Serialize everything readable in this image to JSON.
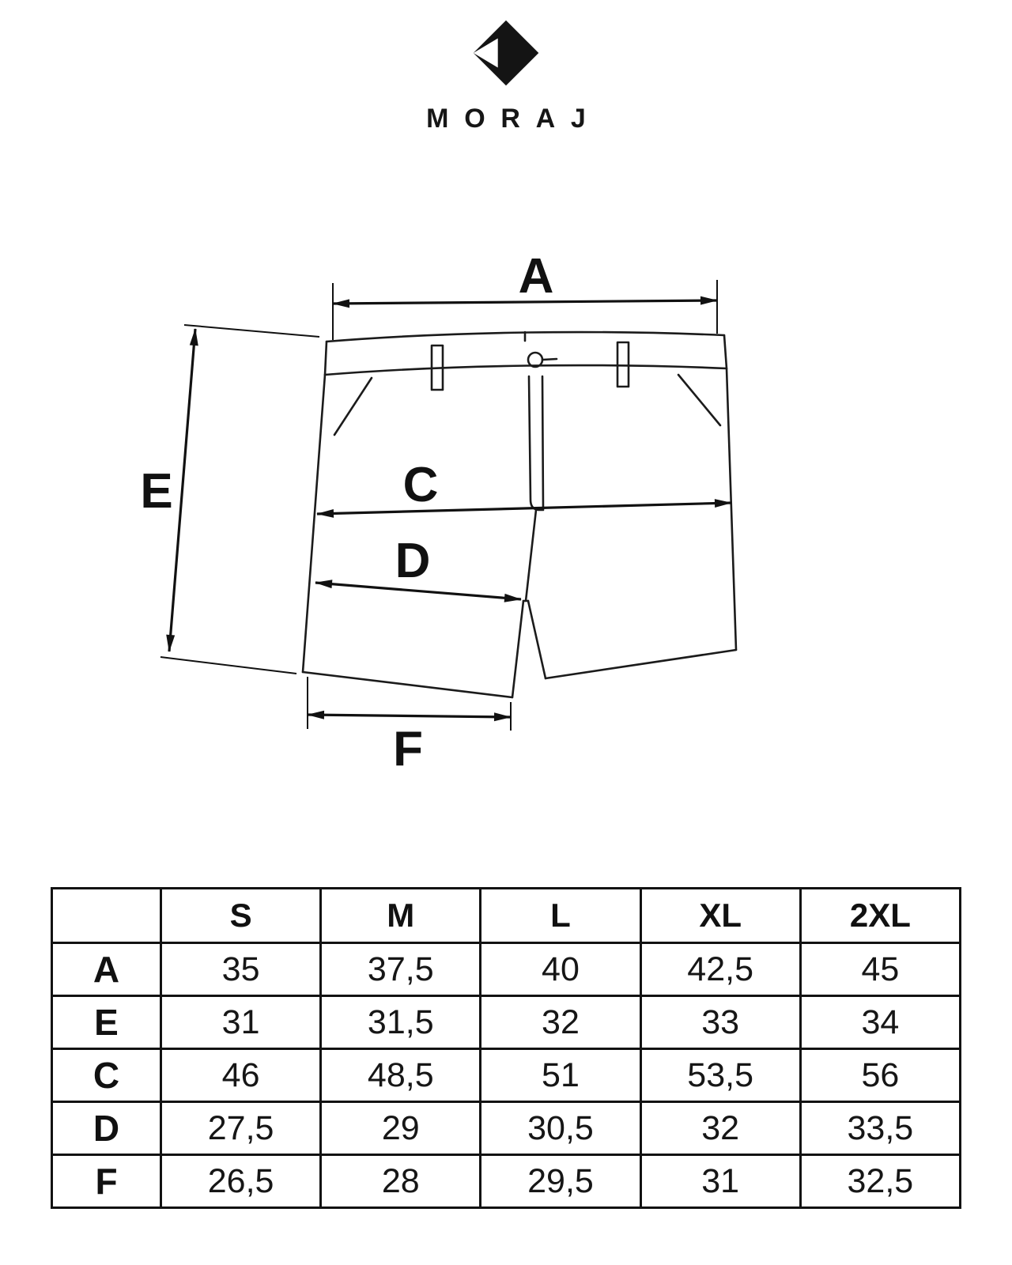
{
  "brand": {
    "name": "MORAJ",
    "logo_icon": "diamond-arrow-icon",
    "logo_color": "#141414"
  },
  "diagram": {
    "subject": "women's shorts technical sketch with measurement arrows",
    "labels": {
      "A": "A",
      "E": "E",
      "C": "C",
      "D": "D",
      "F": "F"
    },
    "line_color": "#1b1b1b",
    "dimension_color": "#111111"
  },
  "table": {
    "size_headers": [
      "S",
      "M",
      "L",
      "XL",
      "2XL"
    ],
    "rows": [
      {
        "dim": "A",
        "values": [
          "35",
          "37,5",
          "40",
          "42,5",
          "45"
        ]
      },
      {
        "dim": "E",
        "values": [
          "31",
          "31,5",
          "32",
          "33",
          "34"
        ]
      },
      {
        "dim": "C",
        "values": [
          "46",
          "48,5",
          "51",
          "53,5",
          "56"
        ]
      },
      {
        "dim": "D",
        "values": [
          "27,5",
          "29",
          "30,5",
          "32",
          "33,5"
        ]
      },
      {
        "dim": "F",
        "values": [
          "26,5",
          "28",
          "29,5",
          "31",
          "32,5"
        ]
      }
    ]
  }
}
